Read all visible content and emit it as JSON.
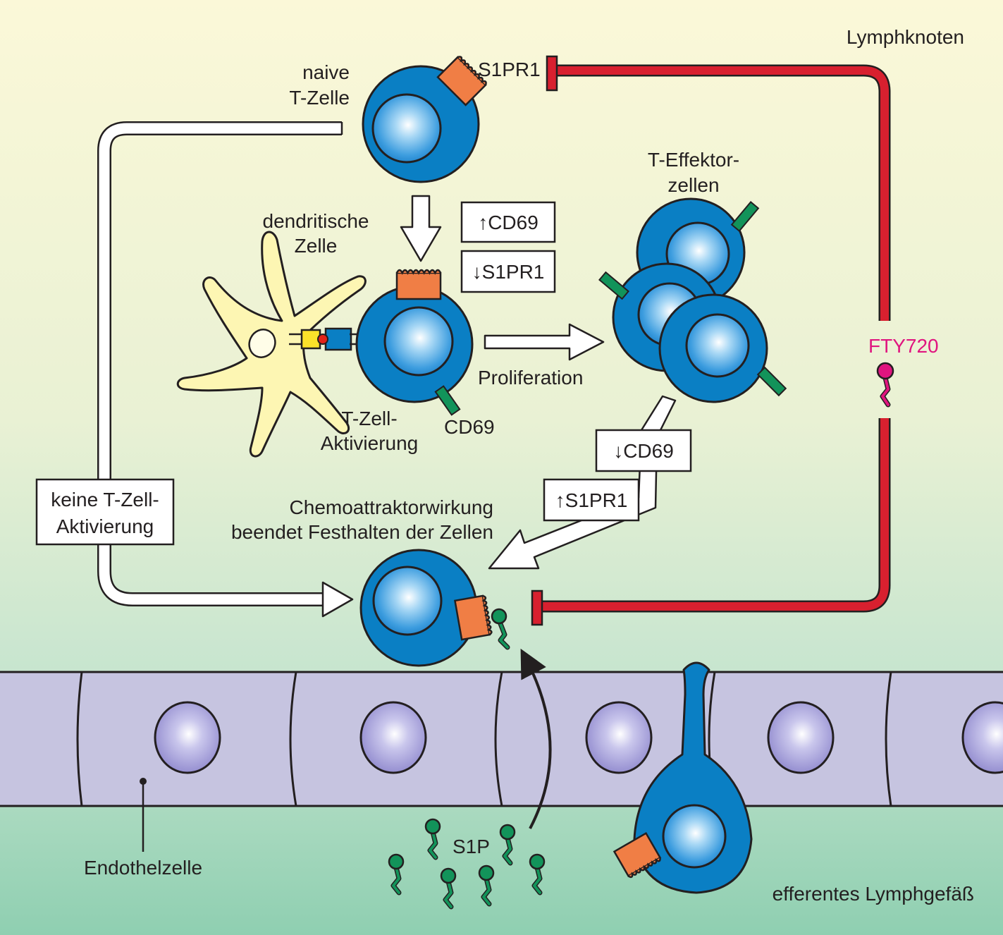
{
  "labels": {
    "lymph_node": "Lymphknoten",
    "naive_line1": "naive",
    "naive_line2": "T-Zelle",
    "s1pr1": "S1PR1",
    "dendritic_line1": "dendritische",
    "dendritic_line2": "Zelle",
    "effector_line1": "T-Effektor-",
    "effector_line2": "zellen",
    "proliferation": "Proliferation",
    "activation_line1": "T-Zell-",
    "activation_line2": "Aktivierung",
    "cd69": "CD69",
    "no_activation_line1": "keine T-Zell-",
    "no_activation_line2": "Aktivierung",
    "chemo_line1": "Chemoattraktorwirkung",
    "chemo_line2": "beendet Festhalten der Zellen",
    "fty720": "FTY720",
    "s1p": "S1P",
    "endothelial": "Endothelzelle",
    "efferent": "efferentes Lymphgefäß"
  },
  "boxes": {
    "cd69_up": "↑CD69",
    "s1pr1_down": "↓S1PR1",
    "cd69_down": "↓CD69",
    "s1pr1_up": "↑S1PR1"
  },
  "colors": {
    "cell_blue": "#0a7fc4",
    "receptor_orange": "#f07e45",
    "cd69_green": "#12935a",
    "inhibition_red": "#d8202f",
    "fty720_magenta": "#e0157f",
    "dendritic_yellow": "#fdf6b3",
    "endothelium_lavender": "#c6c4e0",
    "bg_top": "#fbf8d8",
    "bg_bottom": "#8fcfb1"
  }
}
